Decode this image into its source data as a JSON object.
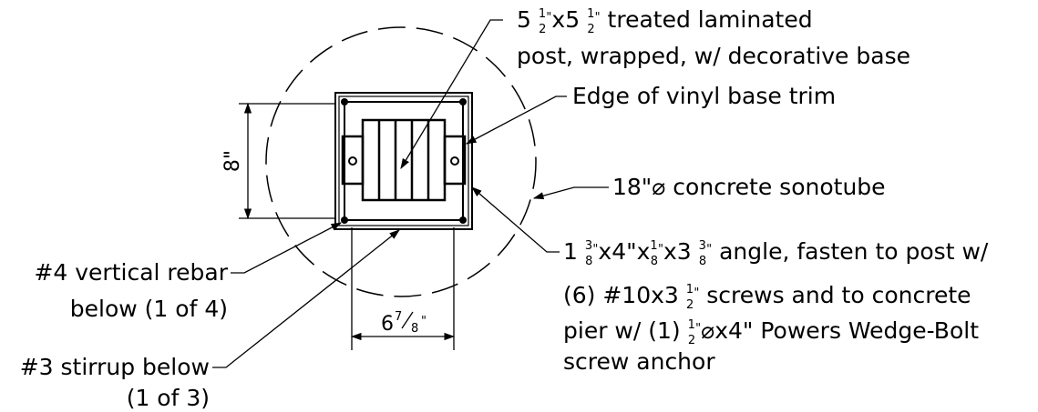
{
  "labels": {
    "post_l1_a": "5 ",
    "post_l1_b": "x5 ",
    "post_l1_c": " treated laminated",
    "post_l2": "post, wrapped, w/ decorative base",
    "trim": "Edge of vinyl base trim",
    "sonotube": "18\"⌀ concrete sonotube",
    "angle_l1_a": "1 ",
    "angle_l1_b": "x4\"x",
    "angle_l1_c": "x3 ",
    "angle_l1_d": " angle, fasten to post w/",
    "angle_l2_a": "(6) #10x3 ",
    "angle_l2_b": " screws and to concrete",
    "angle_l3_a": "pier w/ (1) ",
    "angle_l3_b": "⌀x4\" Powers Wedge-Bolt",
    "angle_l4": "screw anchor",
    "rebar_l1": "#4 vertical rebar",
    "rebar_l2": "below (1 of 4)",
    "stirrup_l1": "#3 stirrup below",
    "stirrup_l2": "(1 of 3)",
    "dim_8": "8\"",
    "dim_678_whole": "6",
    "dim_678_num": "7",
    "dim_678_den": "8",
    "dim_678_in": "\""
  },
  "fractions": {
    "half_num": "1",
    "half_den": "2",
    "threeeighths_num": "3",
    "threeeighths_den": "8",
    "eighth_num": "1",
    "eighth_den": "8",
    "inch": "\""
  }
}
